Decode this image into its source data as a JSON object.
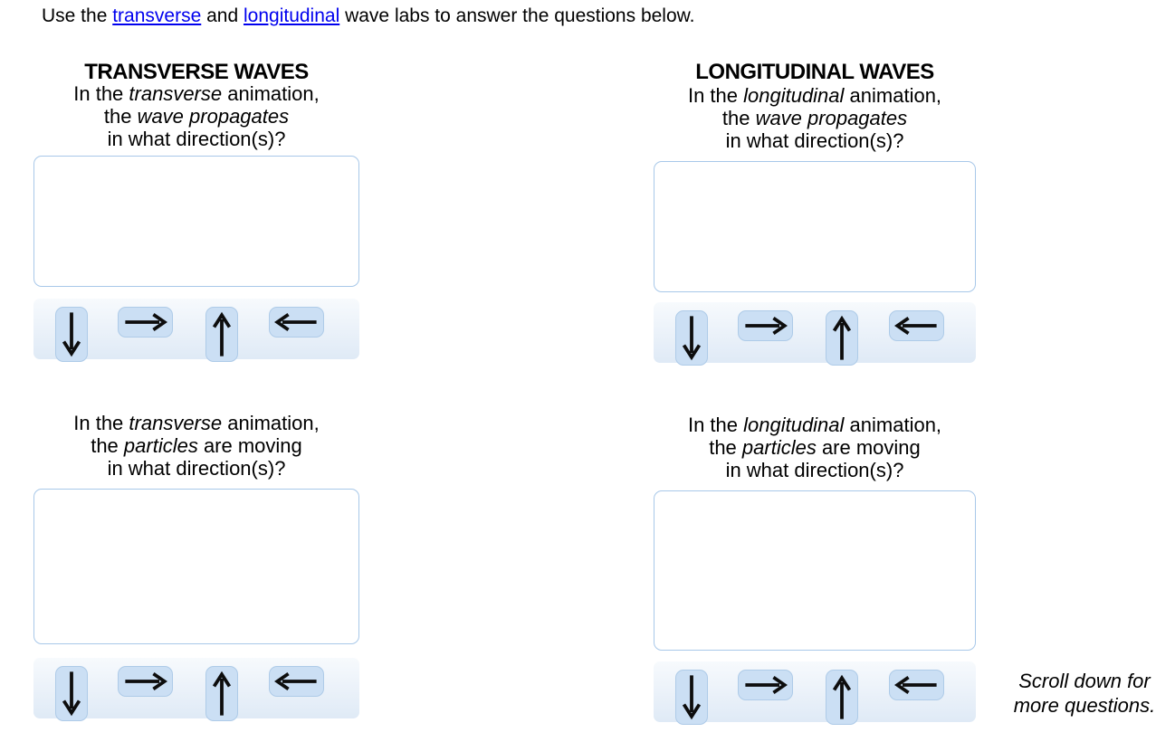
{
  "instruction": {
    "pre": "Use the ",
    "link1": "transverse",
    "mid": " and ",
    "link2": "longitudinal",
    "post": " wave labs to answer the questions below."
  },
  "columns": [
    {
      "heading": "TRANSVERSE WAVES",
      "questions": [
        {
          "line1_pre": "In the ",
          "line1_italic": "transverse",
          "line1_post": " animation,",
          "line2_pre": "the ",
          "line2_italic": "wave propagates",
          "line2_post": "",
          "line3": "in what direction(s)?",
          "answer": ""
        },
        {
          "line1_pre": "In the ",
          "line1_italic": "transverse",
          "line1_post": " animation,",
          "line2_pre": "the ",
          "line2_italic": "particles",
          "line2_post": " are moving",
          "line3": "in what direction(s)?",
          "answer": ""
        }
      ]
    },
    {
      "heading": "LONGITUDINAL WAVES",
      "questions": [
        {
          "line1_pre": "In the ",
          "line1_italic": "longitudinal",
          "line1_post": " animation,",
          "line2_pre": "the ",
          "line2_italic": "wave propagates",
          "line2_post": "",
          "line3": "in what direction(s)?",
          "answer": ""
        },
        {
          "line1_pre": "In the ",
          "line1_italic": "longitudinal",
          "line1_post": " animation,",
          "line2_pre": "the ",
          "line2_italic": "particles",
          "line2_post": " are moving",
          "line3": "in what direction(s)?",
          "answer": ""
        }
      ]
    }
  ],
  "arrow_options": [
    {
      "direction": "down",
      "label": "down arrow"
    },
    {
      "direction": "right",
      "label": "right arrow"
    },
    {
      "direction": "up",
      "label": "up arrow"
    },
    {
      "direction": "left",
      "label": "left arrow"
    }
  ],
  "scroll_note": {
    "line1": "Scroll down for",
    "line2": "more questions."
  },
  "colors": {
    "link_blue": "#0000ee",
    "dropbox_border": "#a8c8e9",
    "pill_fill": "#cbdff4",
    "pill_border": "#aecbe8",
    "tray_gradient_top": "#f7fafd",
    "tray_gradient_bottom": "#dfeaf6",
    "arrow_black": "#0d0d0d"
  }
}
